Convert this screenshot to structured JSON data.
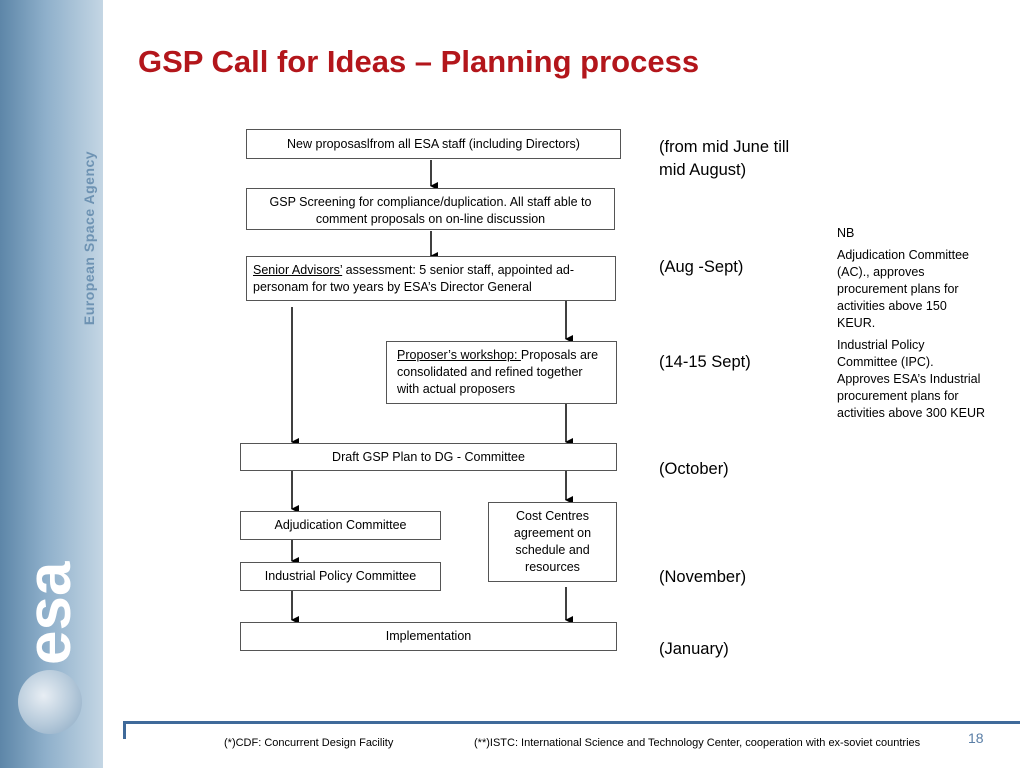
{
  "title": "GSP Call for Ideas – Planning process",
  "sidebar": {
    "agency": "European Space Agency",
    "logo_text": "esa"
  },
  "boxes": {
    "new_proposals": "New proposaslfrom all ESA staff (including Directors)",
    "screening": "GSP Screening for compliance/duplication. All staff able to comment proposals on on-line discussion",
    "senior_link": "Senior Advisors’",
    "senior_rest": " assessment: 5 senior staff, appointed ad-personam for two years by ESA’s Director General",
    "workshop_link": "Proposer’s workshop: ",
    "workshop_rest": "Proposals are consolidated and  refined together with actual proposers",
    "draft": "Draft GSP Plan to DG - Committee",
    "adjudication": "Adjudication Committee",
    "cost_centres": "Cost Centres agreement on schedule and resources",
    "industrial": "Industrial Policy Committee",
    "implementation": "Implementation"
  },
  "timeline": {
    "t1": "(from mid June till mid August)",
    "t2": "(Aug -Sept)",
    "t3": "(14-15 Sept)",
    "t4": "(October)",
    "t5": "(November)",
    "t6": "(January)"
  },
  "nb": {
    "heading": "NB",
    "p1": "Adjudication Committee (AC)., approves procurement plans for activities above 150 KEUR.",
    "p2": "Industrial Policy Committee (IPC). Approves ESA’s Industrial procurement plans for activities above 300 KEUR"
  },
  "footer": {
    "cdf": "(*)CDF: Concurrent Design Facility",
    "istc": "(**)ISTC: International Science and Technology Center, cooperation with ex-soviet countries",
    "page": "18"
  },
  "colors": {
    "title": "#b3161b",
    "footer_line": "#3f6a9a"
  }
}
